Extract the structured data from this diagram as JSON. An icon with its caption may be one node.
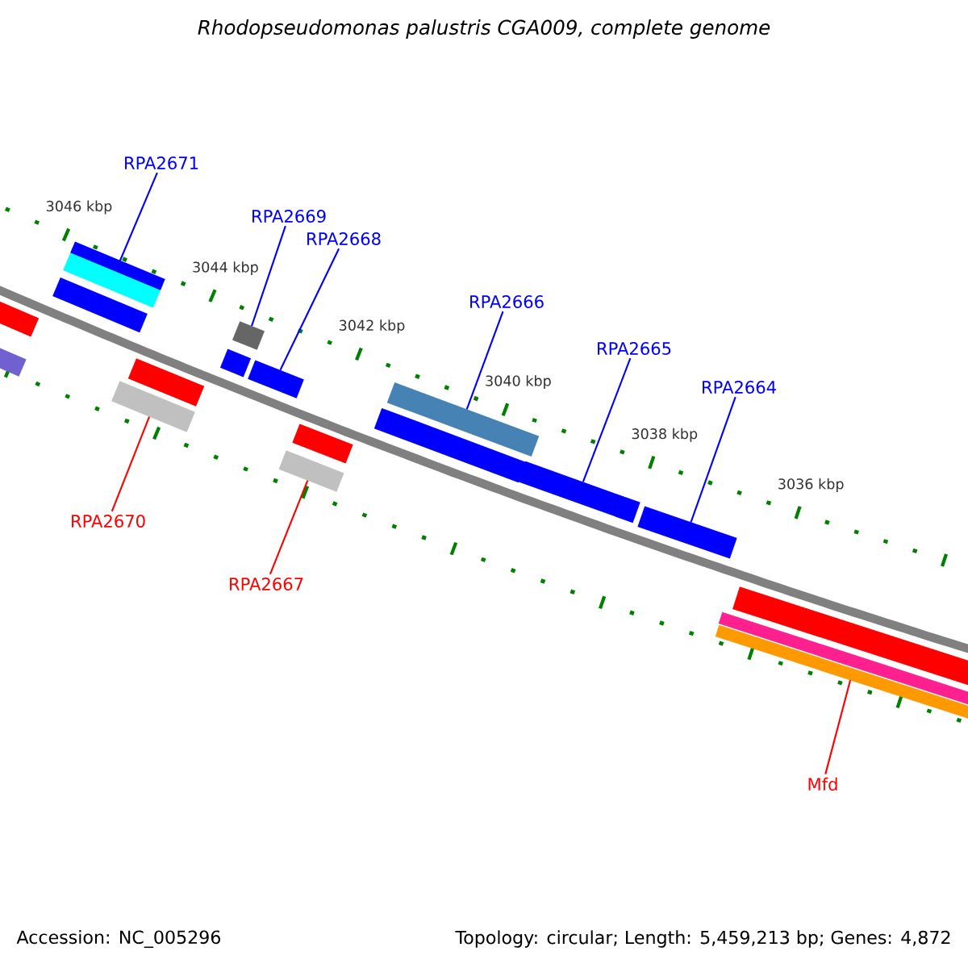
{
  "diagram": {
    "title": "Rhodopseudomonas palustris CGA009, complete genome",
    "nodes": [
      {
        "text": [
          "RPA2671"
        ]
      },
      {
        "text": [],
        "shape": "bar"
      },
      {
        "text": [
          "RPA2669"
        ]
      },
      {
        "text": [],
        "shape": "bar"
      },
      {
        "text": [
          "RPA2668"
        ]
      },
      {
        "text": [],
        "shape": "bar"
      },
      {
        "text": [
          "RPA2666"
        ]
      },
      {
        "text": [],
        "shape": "bar"
      },
      {
        "text": [
          "RPA2665"
        ]
      },
      {
        "text": [],
        "shape": "bar"
      },
      {
        "text": [
          "RPA2664"
        ]
      },
      {
        "text": [],
        "shape": "bar"
      },
      {
        "text": [
          "RPA2670"
        ]
      },
      {
        "text": [],
        "shape": "bar"
      },
      {
        "text": [
          "RPA2667"
        ]
      },
      {
        "text": [],
        "shape": "bar"
      },
      {
        "text": [
          "Mfd"
        ]
      },
      {
        "text": [],
        "shape": "bar"
      },
      {
        "text": [],
        "shape": "bar"
      },
      {
        "text": [],
        "shape": "bar"
      },
      {
        "text": [],
        "shape": "bar"
      },
      {
        "text": [],
        "shape": "bar"
      },
      {
        "text": [],
        "shape": "bar"
      },
      {
        "text": [],
        "shape": "bar"
      },
      {
        "text": [],
        "shape": "bar"
      },
      {
        "text": [],
        "shape": "bar"
      },
      {
        "text": [],
        "shape": "bar"
      }
    ],
    "edges": [
      {
        "from": 0,
        "to": 1,
        "arrow": "none"
      },
      {
        "from": 2,
        "to": 3,
        "arrow": "none"
      },
      {
        "from": 4,
        "to": 5,
        "arrow": "none"
      },
      {
        "from": 6,
        "to": 7,
        "arrow": "none"
      },
      {
        "from": 8,
        "to": 9,
        "arrow": "none"
      },
      {
        "from": 10,
        "to": 11,
        "arrow": "none"
      },
      {
        "from": 12,
        "to": 13,
        "arrow": "none",
        "color": "#ff0000"
      },
      {
        "from": 14,
        "to": 15,
        "arrow": "none",
        "color": "#ff0000"
      },
      {
        "from": 16,
        "to": 17,
        "arrow": "none",
        "color": "#ff0000"
      }
    ],
    "labels": [
      "3046 kbp",
      "3044 kbp",
      "3042 kbp",
      "3040 kbp",
      "3038 kbp",
      "3036 kbp",
      "Accession: NC_005296",
      "Topology: circular; Length: 5,459,213 bp; Genes: 4,872"
    ]
  }
}
